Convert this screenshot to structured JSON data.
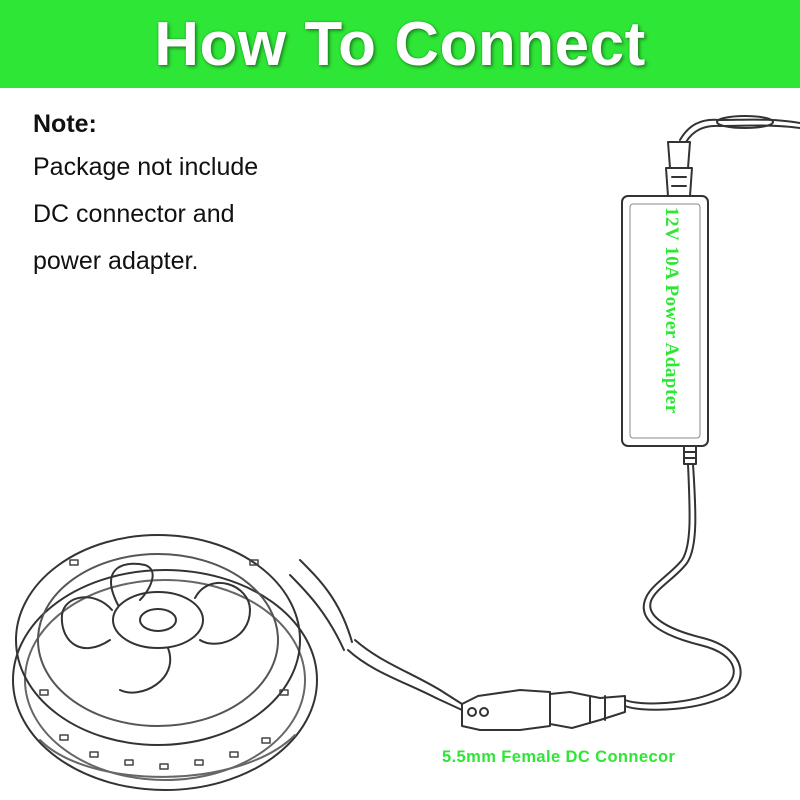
{
  "banner": {
    "title": "How To Connect",
    "color": "#2ee636"
  },
  "note": {
    "heading": "Note:",
    "lines": [
      "Package not include",
      "DC connector and",
      "power adapter."
    ]
  },
  "labels": {
    "adapter": "12V 10A Power Adapter",
    "connector": "5.5mm Female DC Connecor",
    "color": "#2ee636"
  }
}
